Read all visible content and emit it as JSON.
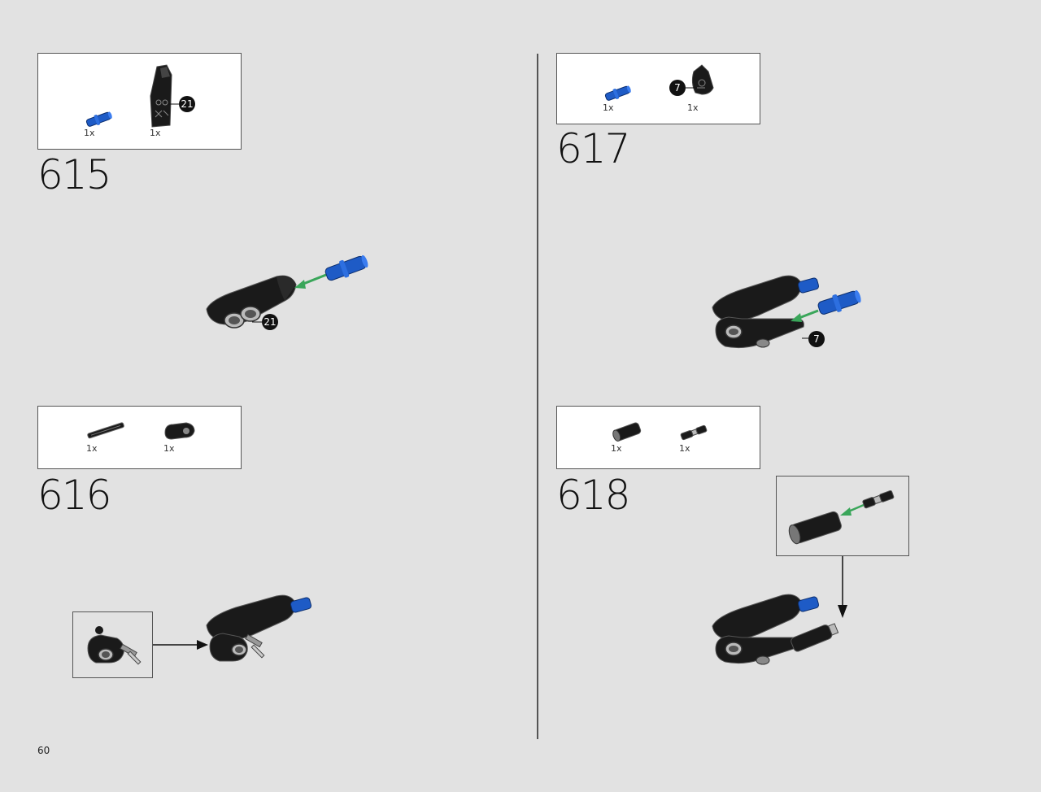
{
  "page_number": "60",
  "steps": [
    {
      "number": "615",
      "parts": [
        {
          "qty": "1x",
          "icon": "blue-axle-pin-icon"
        },
        {
          "qty": "1x",
          "icon": "black-panel-part-icon"
        }
      ],
      "callout": "21"
    },
    {
      "number": "616",
      "parts": [
        {
          "qty": "1x",
          "icon": "black-axle-icon"
        },
        {
          "qty": "1x",
          "icon": "black-liftarm-icon"
        }
      ]
    },
    {
      "number": "617",
      "parts": [
        {
          "qty": "1x",
          "icon": "blue-axle-pin-icon"
        },
        {
          "qty": "1x",
          "icon": "black-panel-part-icon"
        }
      ],
      "callout_parts": "7",
      "callout": "7"
    },
    {
      "number": "618",
      "parts": [
        {
          "qty": "1x",
          "icon": "black-tube-icon"
        },
        {
          "qty": "1x",
          "icon": "axle-connector-icon"
        }
      ]
    }
  ],
  "colors": {
    "background": "#e2e2e2",
    "lego_blue": "#1e5bc6",
    "lego_black": "#1a1a1a",
    "arrow_green": "#3aa65a"
  }
}
